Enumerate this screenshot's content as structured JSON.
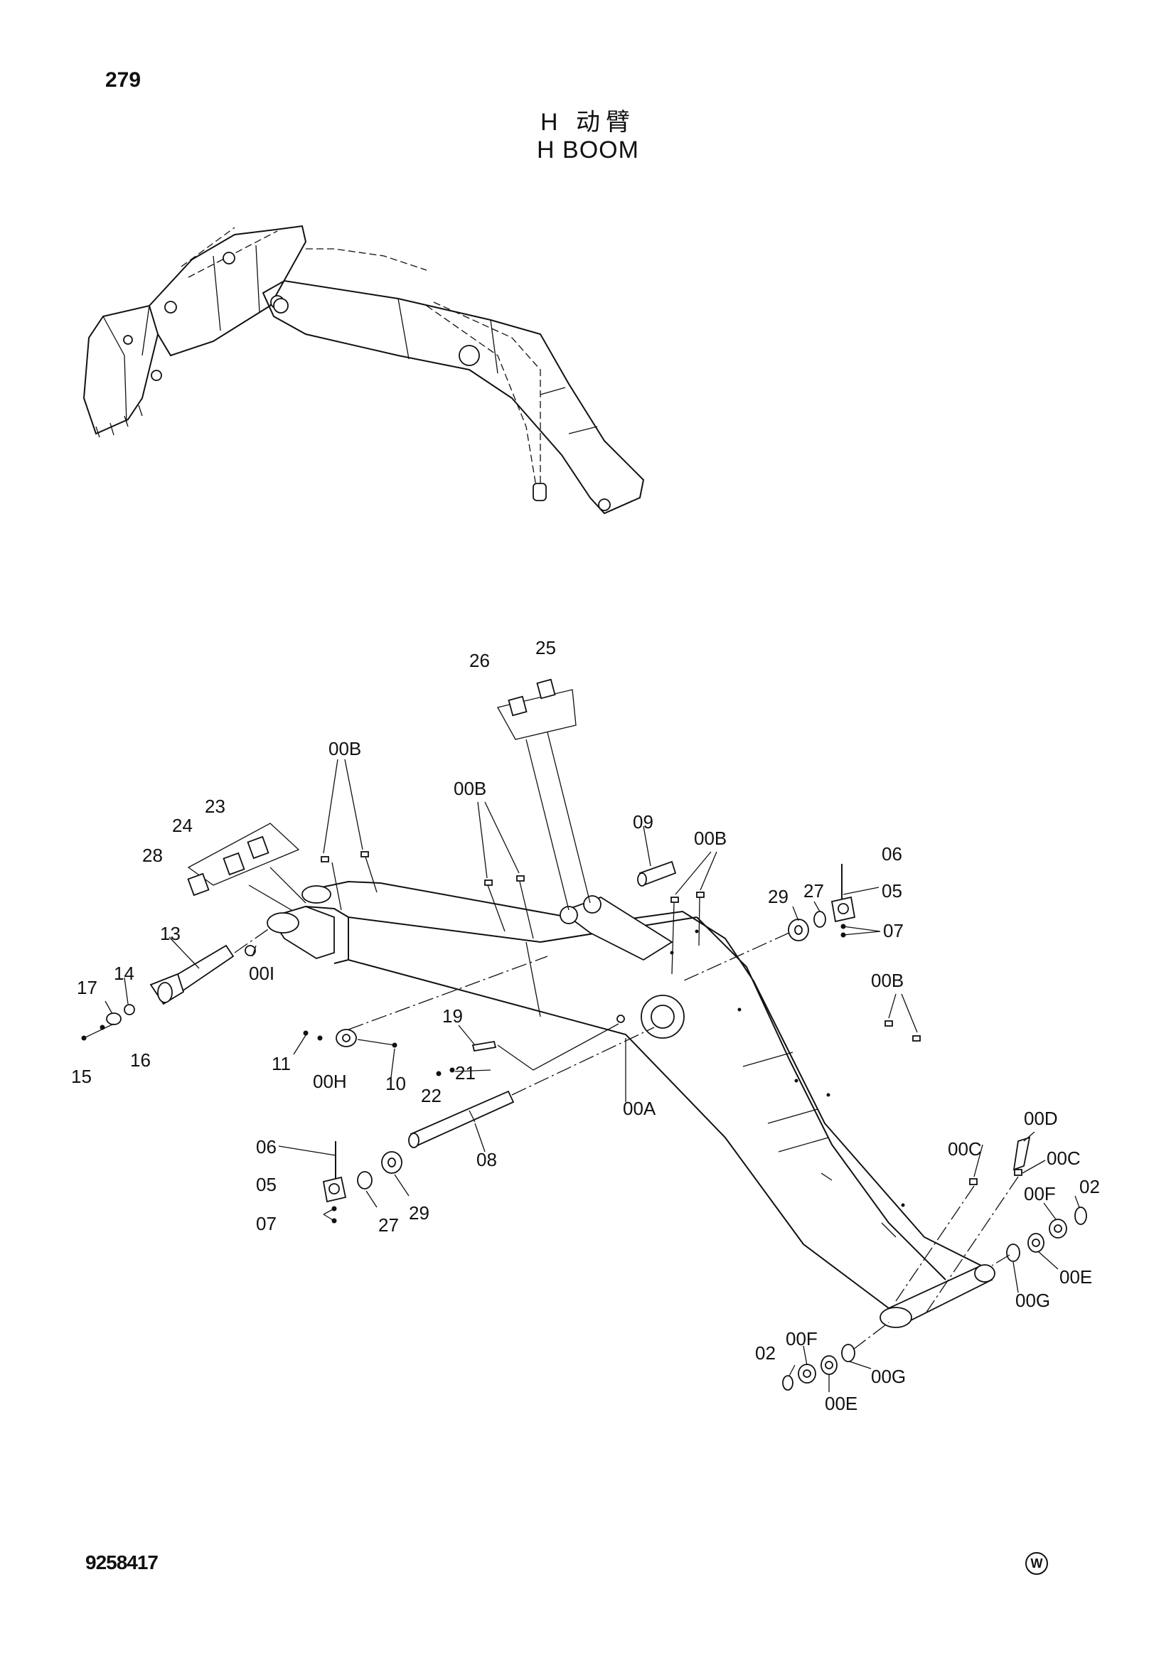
{
  "page_number": "279",
  "title_cn": "H 动臂",
  "title_en": "H BOOM",
  "doc_number": "9258417",
  "corner_mark": "W",
  "callouts": {
    "c26": "26",
    "c25": "25",
    "c00B_1": "00B",
    "c00B_2": "00B",
    "c00B_3": "00B",
    "c00B_4": "00B",
    "c23": "23",
    "c24": "24",
    "c28": "28",
    "c09": "09",
    "c06a": "06",
    "c27a": "27",
    "c29a": "29",
    "c05a": "05",
    "c07a": "07",
    "c13": "13",
    "c00I": "00I",
    "c14": "14",
    "c17": "17",
    "c15": "15",
    "c16": "16",
    "c19": "19",
    "c11": "11",
    "c21": "21",
    "c22": "22",
    "c00H": "00H",
    "c10": "10",
    "c00A": "00A",
    "c08": "08",
    "c06b": "06",
    "c05b": "05",
    "c07b": "07",
    "c27b": "27",
    "c29b": "29",
    "c00D": "00D",
    "c00C_1": "00C",
    "c00C_2": "00C",
    "c00F_1": "00F",
    "c02_1": "02",
    "c00E_1": "00E",
    "c00G_1": "00G",
    "c02_2": "02",
    "c00F_2": "00F",
    "c00E_2": "00E",
    "c00G_2": "00G"
  }
}
